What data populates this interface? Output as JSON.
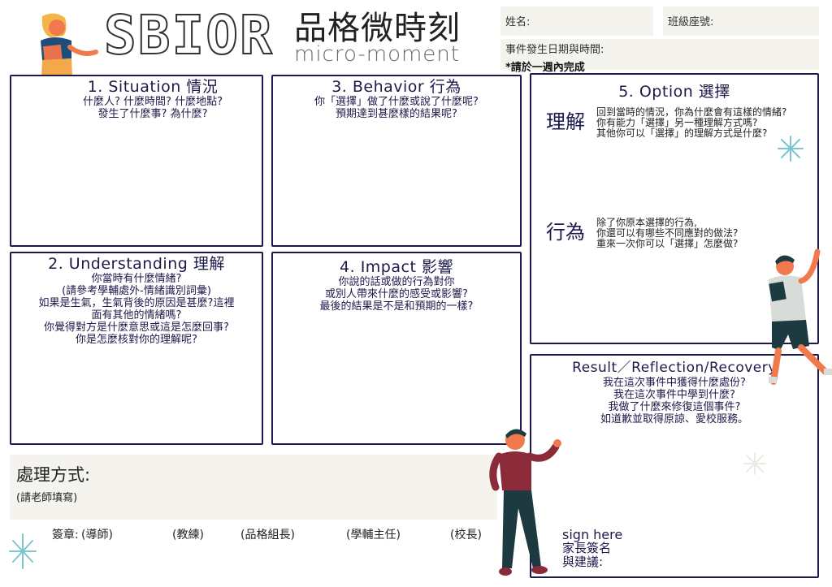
{
  "header": {
    "logo": "SBIOR",
    "title_zh": "品格微時刻",
    "title_en": "micro-moment"
  },
  "info": {
    "name_label": "姓名:",
    "class_label": "班級座號:",
    "date_label": "事件發生日期與時間:",
    "note": "*請於一週內完成"
  },
  "sections": {
    "situation": {
      "title": "1. Situation 情況",
      "lines": [
        "什麼人? 什麼時間? 什麼地點?",
        "發生了什麼事? 為什麼?"
      ]
    },
    "behavior": {
      "title": "3. Behavior 行為",
      "lines": [
        "你「選擇」做了什麼或說了什麼呢?",
        "預期達到甚麼樣的結果呢?"
      ]
    },
    "option": {
      "title": "5. Option 選擇",
      "understanding_label": "理解",
      "understanding_lines": [
        "回到當時的情況，你為什麼會有這樣的情緒?",
        "你有能力「選擇」另一種理解方式嗎?",
        "其他你可以「選擇」的理解方式是什麼?"
      ],
      "behavior_label": "行為",
      "behavior_lines": [
        "除了你原本選擇的行為,",
        "你還可以有哪些不同應對的做法?",
        "重來一次你可以「選擇」怎麼做?"
      ]
    },
    "understanding": {
      "title": "2. Understanding 理解",
      "lines": [
        "你當時有什麼情緒?",
        "(請參考學輔處外-情緒識別詞彙)",
        "如果是生氣，生氣背後的原因是甚麼?這裡",
        "面有其他的情緒嗎?",
        "你覺得對方是什麼意思或這是怎麼回事?",
        "你是怎麼核對你的理解呢?"
      ]
    },
    "impact": {
      "title": "4. Impact 影響",
      "lines": [
        "你說的話或做的行為對你",
        "或別人帶來什麼的感受或影響?",
        "最後的結果是不是和預期的一樣?"
      ]
    },
    "result": {
      "title": "Result／Reflection/Recovery",
      "lines": [
        "我在這次事件中獲得什麼處份?",
        "我在這次事件中學到什麼?",
        "我做了什麼來修復這個事件?",
        "如道歉並取得原諒、愛校服務。"
      ]
    }
  },
  "handling": {
    "title": "處理方式:",
    "subtitle": "(請老師填寫)"
  },
  "signatures": {
    "label": "簽章:",
    "roles": [
      "(導師)",
      "(教練)",
      "(品格組長)",
      "(學輔主任)",
      "(校長)"
    ]
  },
  "parent": {
    "sign_here": "sign here",
    "line1": "家長簽名",
    "line2": "與建議:"
  },
  "colors": {
    "border": "#1c1a4a",
    "field_bg": "#f5f3ee",
    "sparkle": "#7cc7cf"
  }
}
